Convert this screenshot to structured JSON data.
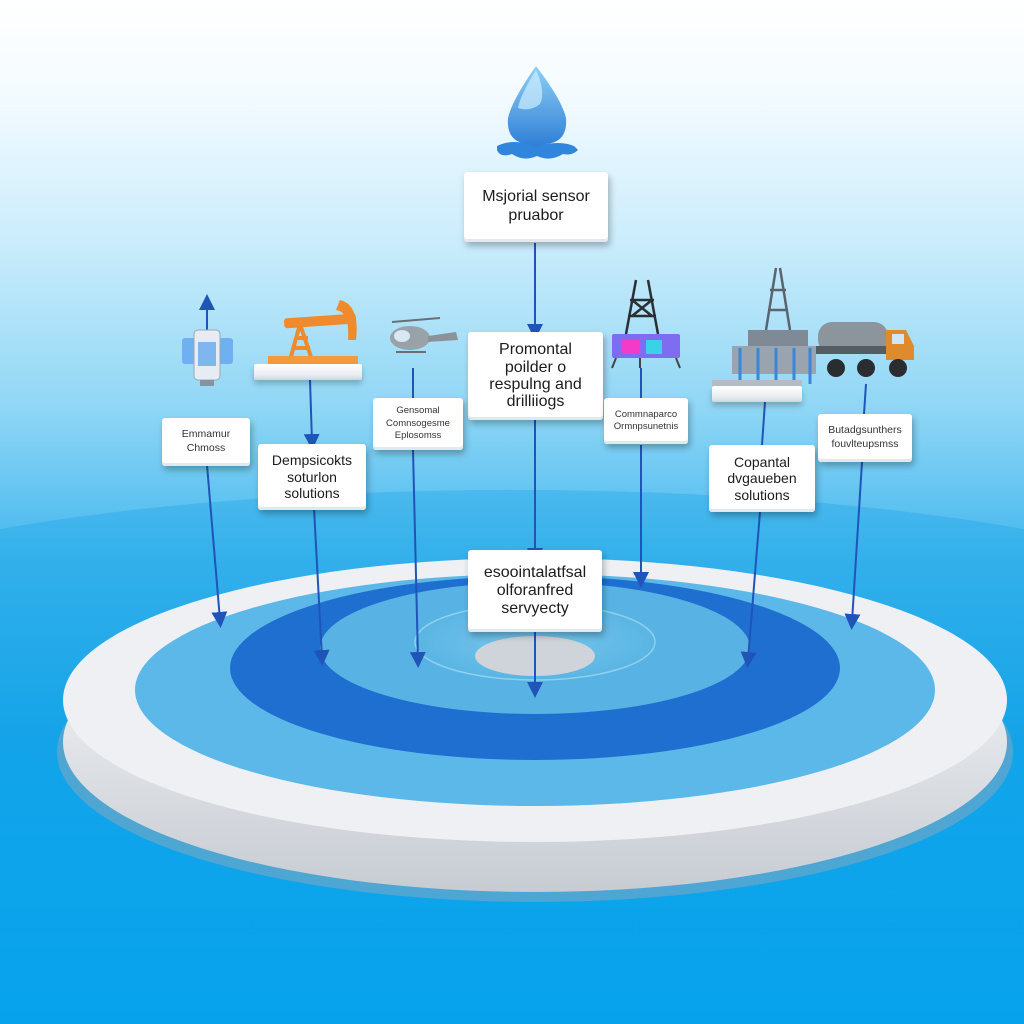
{
  "diagram": {
    "top_box": [
      "Msjorial sensor",
      "pruabor"
    ],
    "middle_box": [
      "Promontal",
      "poilder o",
      "respulng and",
      "drilliiogs"
    ],
    "center_box": [
      "esoointalatfsal",
      "olforanfred",
      "servyecty"
    ],
    "left_outer_box": [
      "Emmamur",
      "Chmoss"
    ],
    "left_inner_box": [
      "Dempsicokts",
      "soturlon",
      "solutions"
    ],
    "left_mid_box": [
      "Gensomal",
      "Comnsogesme",
      "Eplosomss"
    ],
    "right_mid_box": [
      "Commnaparco",
      "Ormnpsunetnis"
    ],
    "right_inner_box": [
      "Copantal",
      "dvgaueben",
      "solutions"
    ],
    "right_outer_box": [
      "Butadgsunthers",
      "fouvlteupsmss"
    ]
  },
  "icons": [
    "water-drop-icon",
    "valve-icon",
    "pumpjack-icon",
    "helicopter-icon",
    "drilling-derrick-icon",
    "offshore-platform-icon",
    "tanker-truck-icon"
  ],
  "colors": {
    "drop": "#3f8fe0",
    "pumpjack": "#f08a2c",
    "ring_dark": "#1d6fcf",
    "ring_light": "#4fb3e6",
    "disc_edge": "#e6e8ec",
    "arrow": "#1f55b8"
  }
}
